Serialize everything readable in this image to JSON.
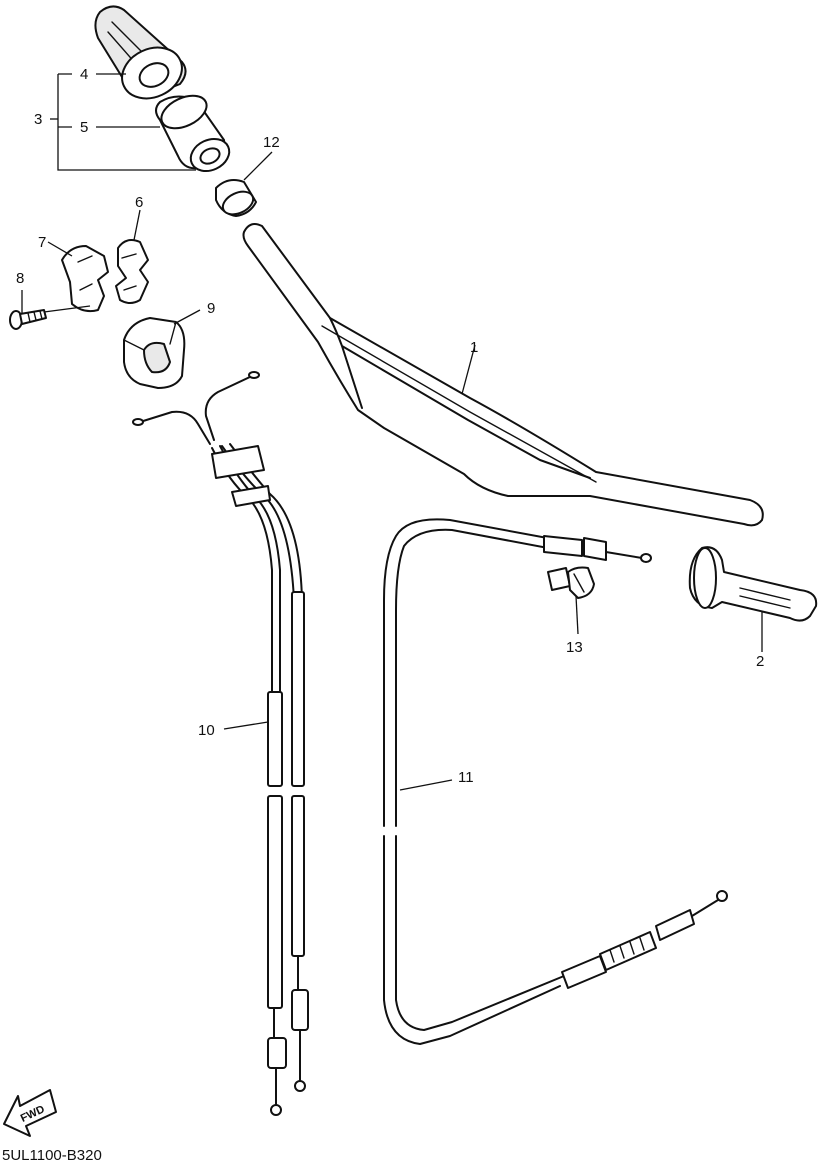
{
  "diagram": {
    "code": "5UL1100-B320",
    "fwd_label": "FWD",
    "callouts": {
      "p1": "1",
      "p2": "2",
      "p3": "3",
      "p4": "4",
      "p5": "5",
      "p6": "6",
      "p7": "7",
      "p8": "8",
      "p9": "9",
      "p10": "10",
      "p11": "11",
      "p12": "12",
      "p13": "13"
    }
  }
}
